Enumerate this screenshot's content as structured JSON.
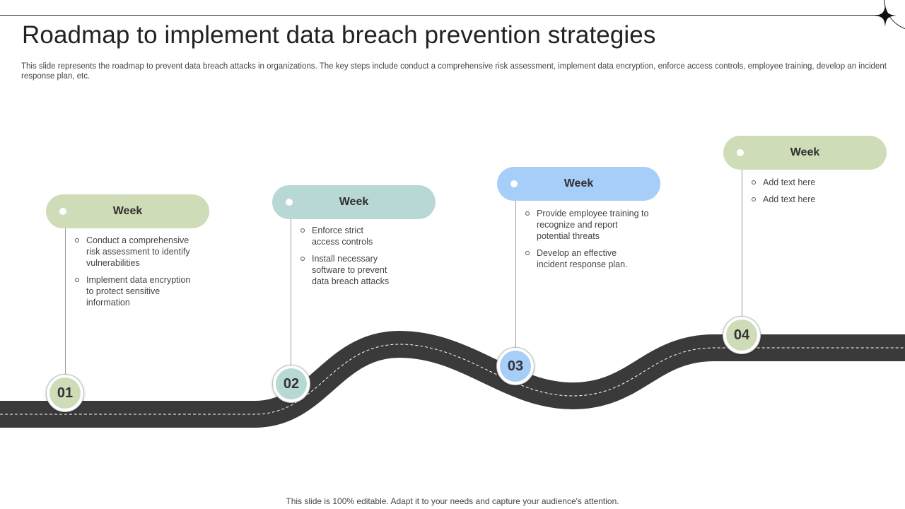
{
  "title": "Roadmap to implement data breach prevention strategies",
  "subtitle": "This slide represents the roadmap to prevent data breach attacks in organizations. The key steps include conduct a comprehensive risk assessment, implement data encryption, enforce access controls, employee training, develop an incident response plan, etc.",
  "colors": {
    "green": "#cfdcb8",
    "teal": "#b8d8d6",
    "blue": "#a7cef8",
    "road": "#3a3a3a",
    "road_dash": "#ffffff"
  },
  "steps": [
    {
      "number": "01",
      "label": "Week",
      "color": "#cfdcb8",
      "bullets": [
        "Conduct a comprehensive risk assessment to identify vulnerabilities",
        "Implement data encryption to protect sensitive information"
      ]
    },
    {
      "number": "02",
      "label": "Week",
      "color": "#b8d8d6",
      "bullets": [
        "Enforce strict access controls",
        "Install necessary software to prevent data breach attacks"
      ]
    },
    {
      "number": "03",
      "label": "Week",
      "color": "#a7cef8",
      "bullets": [
        "Provide employee training to recognize and report potential threats",
        "Develop an effective incident response plan."
      ]
    },
    {
      "number": "04",
      "label": "Week",
      "color": "#cfdcb8",
      "bullets": [
        "Add text here",
        "Add text here"
      ]
    }
  ],
  "footer": "This slide is 100% editable. Adapt it to your needs and capture your audience's attention."
}
